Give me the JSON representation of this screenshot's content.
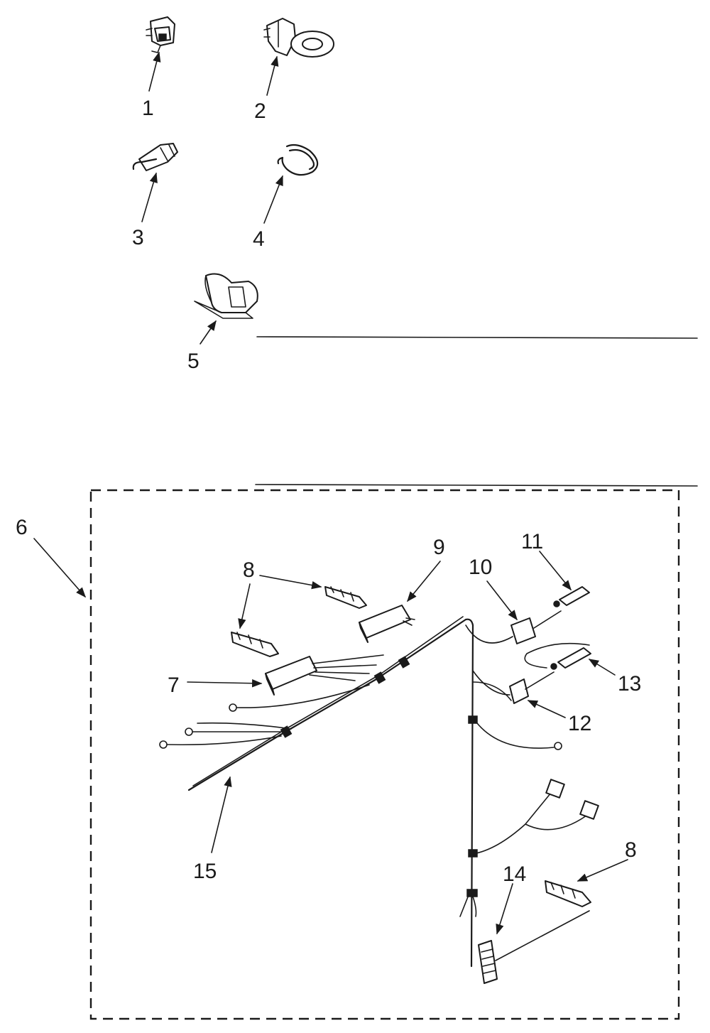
{
  "callouts": {
    "p1": "1",
    "p2": "2",
    "p3": "3",
    "p4": "4",
    "p5": "5",
    "p6": "6",
    "p7": "7",
    "p8a": "8",
    "p8b": "8",
    "p9": "9",
    "p10": "10",
    "p11": "11",
    "p12": "12",
    "p13": "13",
    "p14": "14",
    "p15": "15"
  }
}
